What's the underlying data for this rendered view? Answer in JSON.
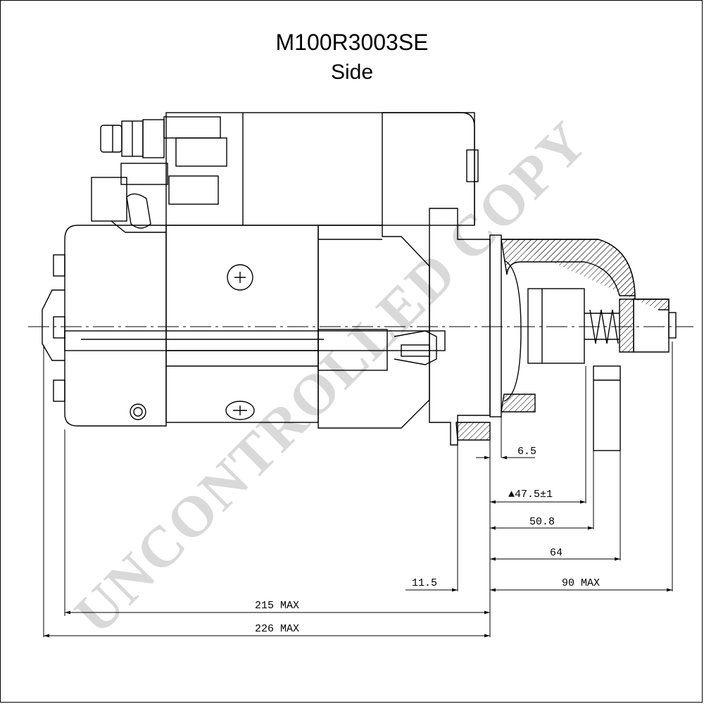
{
  "title": "M100R3003SE",
  "subtitle": "Side",
  "watermark": "UNCONTROLLED COPY",
  "dimensions": {
    "d_6_5": "6.5",
    "d_47_5": "▲47.5±1",
    "d_50_8": "50.8",
    "d_64": "64",
    "d_11_5": "11.5",
    "d_90": "90 MAX",
    "d_215": "215 MAX",
    "d_226": "226 MAX"
  },
  "colors": {
    "line": "#000000",
    "hatch": "#000000",
    "watermark": "#d9d9d9"
  }
}
